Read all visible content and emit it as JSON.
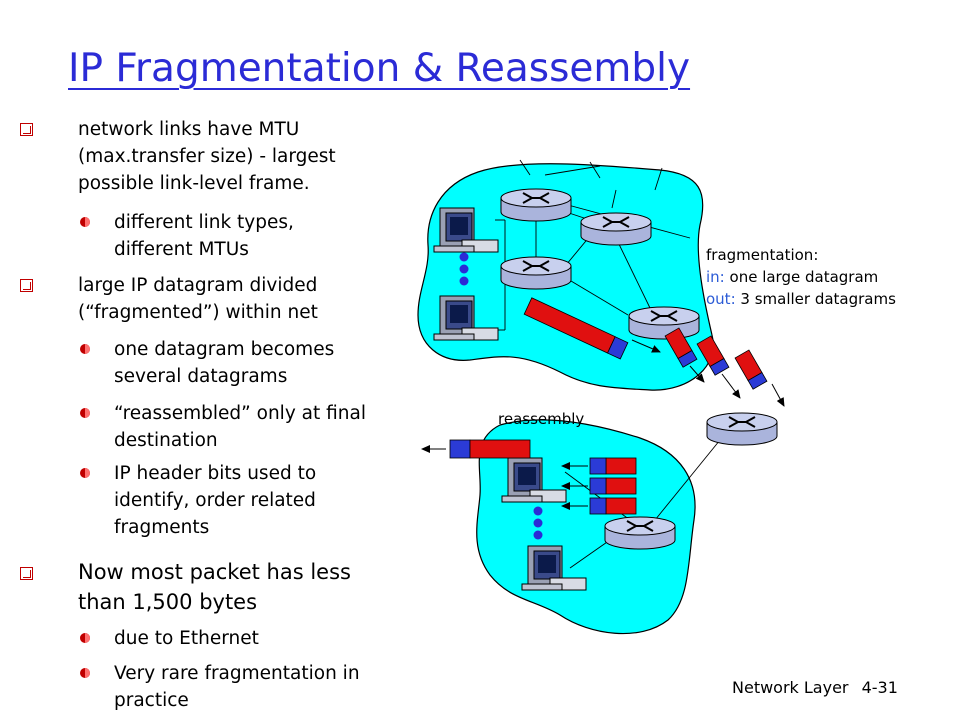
{
  "title": "IP Fragmentation & Reassembly",
  "bullets": {
    "b1_line1": "network links have MTU",
    "b1_line2": "(max.transfer size) - largest",
    "b1_line3": "possible link-level frame.",
    "b1a_line1": "different link types,",
    "b1a_line2": "different MTUs",
    "b2_line1": "large IP datagram divided",
    "b2_line2": "(“fragmented”) within net",
    "b2a_line1": "one datagram becomes",
    "b2a_line2": "several datagrams",
    "b2b_line1": "“reassembled” only at final",
    "b2b_line2": "destination",
    "b2c_line1": "IP header bits used to",
    "b2c_line2": "identify, order related",
    "b2c_line3": "fragments",
    "b3_line1": "Now most packet has less",
    "b3_line2": "than 1,500 bytes",
    "b3a": "due to Ethernet",
    "b3b_line1": "Very rare fragmentation in",
    "b3b_line2": "practice"
  },
  "diagram": {
    "fragmentation_label": "fragmentation:",
    "in_prefix": "in:",
    "in_text": "one large datagram",
    "out_prefix": "out:",
    "out_text": "3 smaller datagrams",
    "reassembly_label": "reassembly",
    "colors": {
      "cloud": "#00ffff",
      "router": "#aab4dc",
      "header": "#2b3bd6",
      "payload": "#e01010"
    }
  },
  "footer": {
    "chapter": "Network Layer",
    "page": "4-31"
  }
}
